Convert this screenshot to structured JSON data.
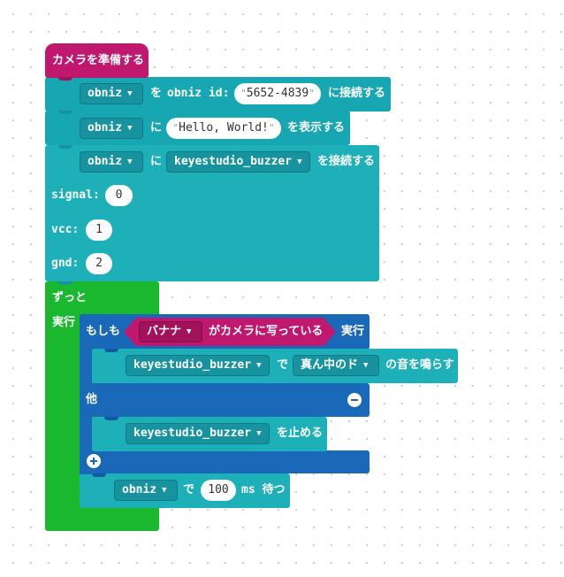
{
  "camera_block": {
    "label": "カメラを準備する"
  },
  "connect_block": {
    "device": "obniz",
    "text_wo": "を",
    "text_id": "obniz id:",
    "id_value": "5652-4839",
    "text_connect": "に接続する"
  },
  "display_block": {
    "device": "obniz",
    "text_ni": "に",
    "message": "Hello, World!",
    "text_display": "を表示する"
  },
  "buzzer_connect_block": {
    "device": "obniz",
    "text_ni": "に",
    "part": "keyestudio_buzzer",
    "text_connect": "を接続する",
    "signal_label": "signal:",
    "signal_value": "0",
    "vcc_label": "vcc:",
    "vcc_value": "1",
    "gnd_label": "gnd:",
    "gnd_value": "2"
  },
  "forever_block": {
    "label": "ずっと",
    "do_label": "実行"
  },
  "if_block": {
    "if_label": "もしも",
    "object": "バナナ",
    "condition_text": "がカメラに写っている",
    "then_label": "実行",
    "else_label": "他"
  },
  "play_block": {
    "part": "keyestudio_buzzer",
    "text_de": "で",
    "note": "真ん中のド",
    "text_play": "の音を鳴らす"
  },
  "stop_block": {
    "part": "keyestudio_buzzer",
    "text_stop": "を止める"
  },
  "wait_block": {
    "device": "obniz",
    "text_de": "で",
    "ms_value": "100",
    "text_wait": "ms 待つ"
  },
  "colors": {
    "obniz_block": "#1eb0b8",
    "camera_block": "#c1186f",
    "loop_block": "#19b82e",
    "logic_block": "#1a68b8"
  },
  "icons": {
    "dropdown": "caret-down-icon",
    "minus": "minus-circle-icon",
    "plus": "plus-circle-icon"
  }
}
